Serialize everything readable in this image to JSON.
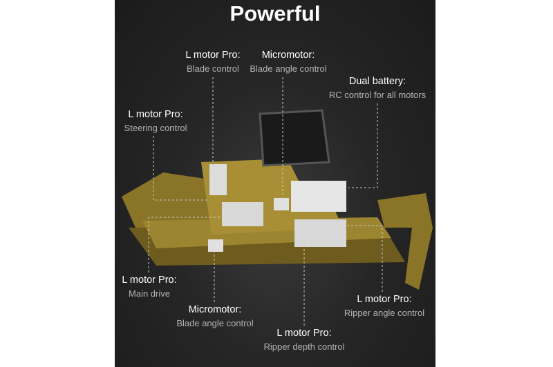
{
  "title": "Powerful",
  "colors": {
    "background": "#222222",
    "machine": "#b59a3a",
    "label_heading": "#ffffff",
    "label_sub": "#b4b4b4"
  },
  "callouts": [
    {
      "heading": "L motor Pro:",
      "sub": "Blade control"
    },
    {
      "heading": "Micromotor:",
      "sub": "Blade angle control"
    },
    {
      "heading": "Dual battery:",
      "sub": "RC control for all motors"
    },
    {
      "heading": "L motor Pro:",
      "sub": "Steering control"
    },
    {
      "heading": "L motor Pro:",
      "sub": "Main drive"
    },
    {
      "heading": "Micromotor:",
      "sub": "Blade angle control"
    },
    {
      "heading": "L motor Pro:",
      "sub": "Ripper depth control"
    },
    {
      "heading": "L motor Pro:",
      "sub": "Ripper angle control"
    }
  ]
}
